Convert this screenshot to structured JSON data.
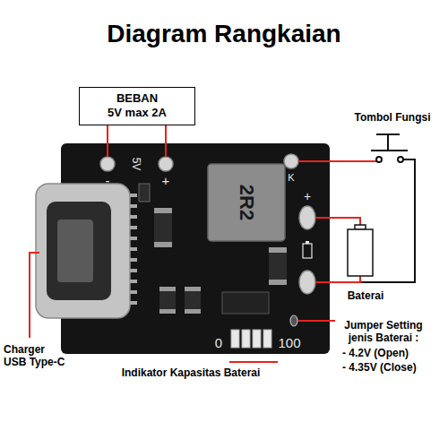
{
  "diagram": {
    "title": "Diagram Rangkaian",
    "nodes": [
      {
        "text": [
          "BEBAN",
          "5V max 2A"
        ]
      }
    ],
    "labels": [
      "Tombol Fungsi",
      "5V",
      "-",
      "+",
      "K",
      "2R2",
      "+",
      "Baterai",
      "0",
      "100",
      "Charger USB Type-C",
      "Jumper Setting jenis Baterai :",
      "- 4.2V (Open)",
      "- 4.35V (Close)",
      "Indikator Kapasitas Baterai"
    ]
  }
}
